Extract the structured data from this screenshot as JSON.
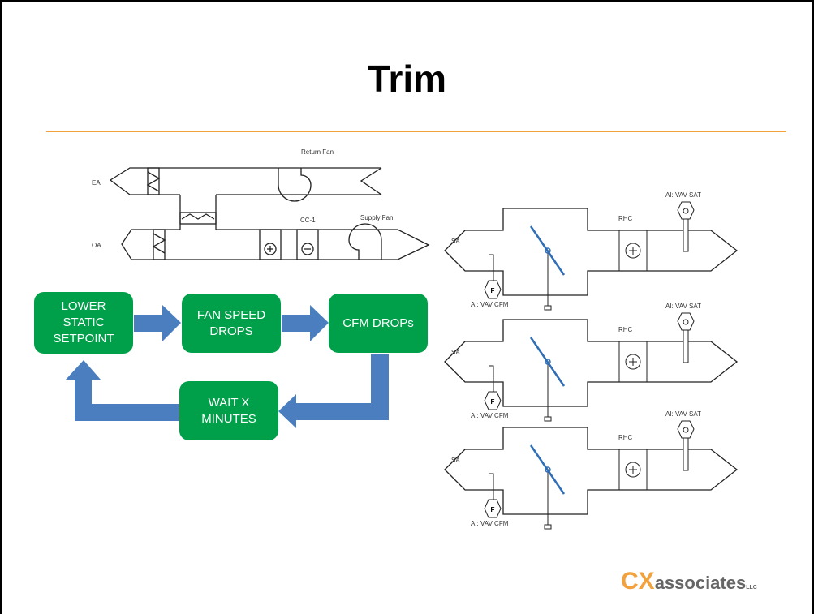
{
  "slide": {
    "title": "Trim",
    "accent_color": "#f2a23c",
    "flow_color": "#00a04a",
    "arrow_color": "#4a7ebf"
  },
  "ahu": {
    "return_fan_label": "Return Fan",
    "supply_fan_label": "Supply Fan",
    "coil_label": "CC-1",
    "ea_label": "EA",
    "oa_label": "OA"
  },
  "flow": {
    "box1": "LOWER\nSTATIC\nSETPOINT",
    "box2": "FAN SPEED\nDROPS",
    "box3": "CFM DROPs",
    "box4": "WAIT X\nMINUTES"
  },
  "vav_boxes": [
    {
      "sa": "SA",
      "rhc": "RHC",
      "sat": "AI: VAV SAT",
      "cfm": "AI: VAV CFM",
      "flow_symbol": "F"
    },
    {
      "sa": "SA",
      "rhc": "RHC",
      "sat": "AI: VAV SAT",
      "cfm": "AI: VAV CFM",
      "flow_symbol": "F"
    },
    {
      "sa": "SA",
      "rhc": "RHC",
      "sat": "AI: VAV SAT",
      "cfm": "AI: VAV CFM",
      "flow_symbol": "F"
    }
  ],
  "logo": {
    "mark": "CX",
    "text": "associates",
    "suffix": "LLC",
    "mark_color": "#f2a23c",
    "text_color": "#666666"
  }
}
